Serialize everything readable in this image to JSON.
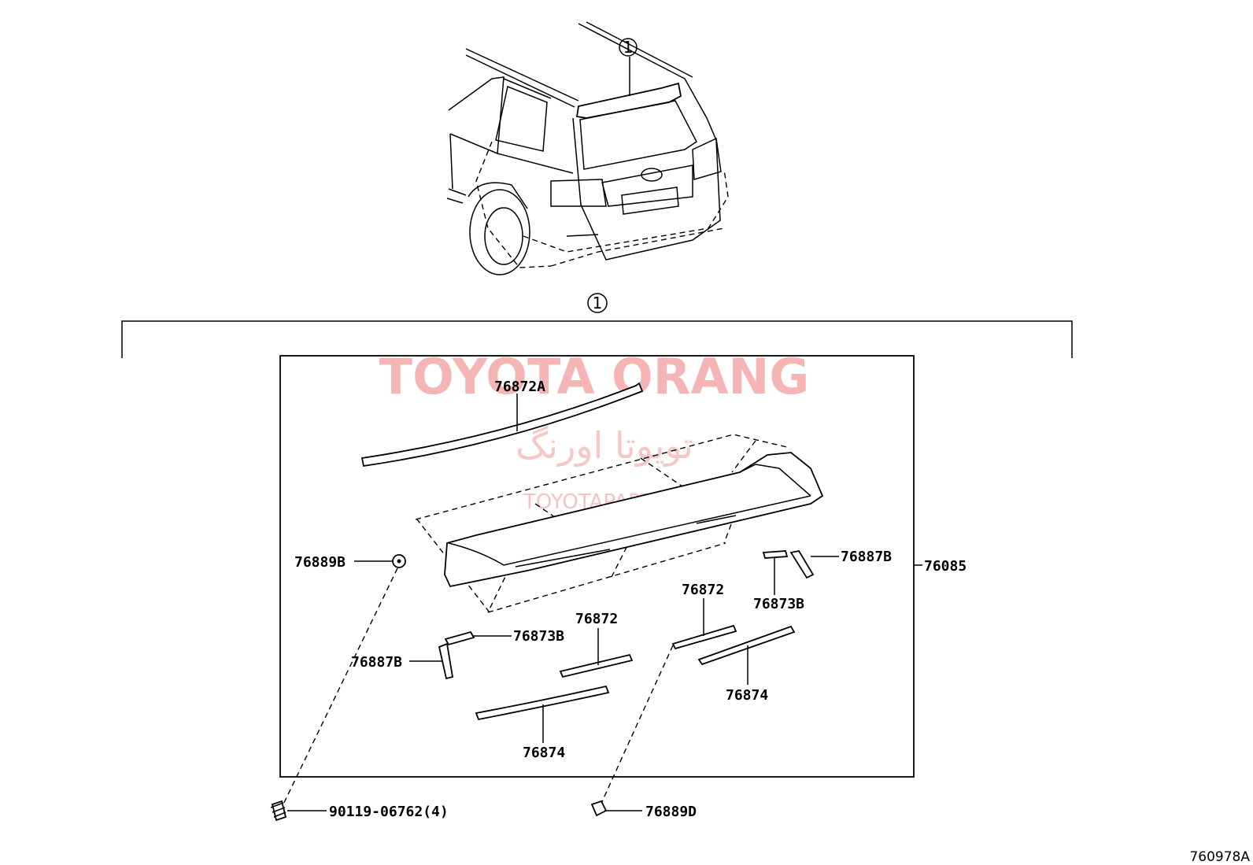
{
  "callout": "1",
  "watermark": {
    "brand": "TOYOTA ORANG",
    "persian": "تویوتا اورنگ",
    "url": "TOYOTAPART.IR"
  },
  "parts": {
    "p76872A": "76872A",
    "p76889B": "76889B",
    "p76887B_right": "76887B",
    "p76085": "76085",
    "p76873B_right": "76873B",
    "p76872_right": "76872",
    "p76872_left": "76872",
    "p76873B_left": "76873B",
    "p76887B_left": "76887B",
    "p76874_right": "76874",
    "p76874_left": "76874",
    "p90119": "90119-06762(4)",
    "p76889D": "76889D"
  },
  "figure_id": "760978A"
}
